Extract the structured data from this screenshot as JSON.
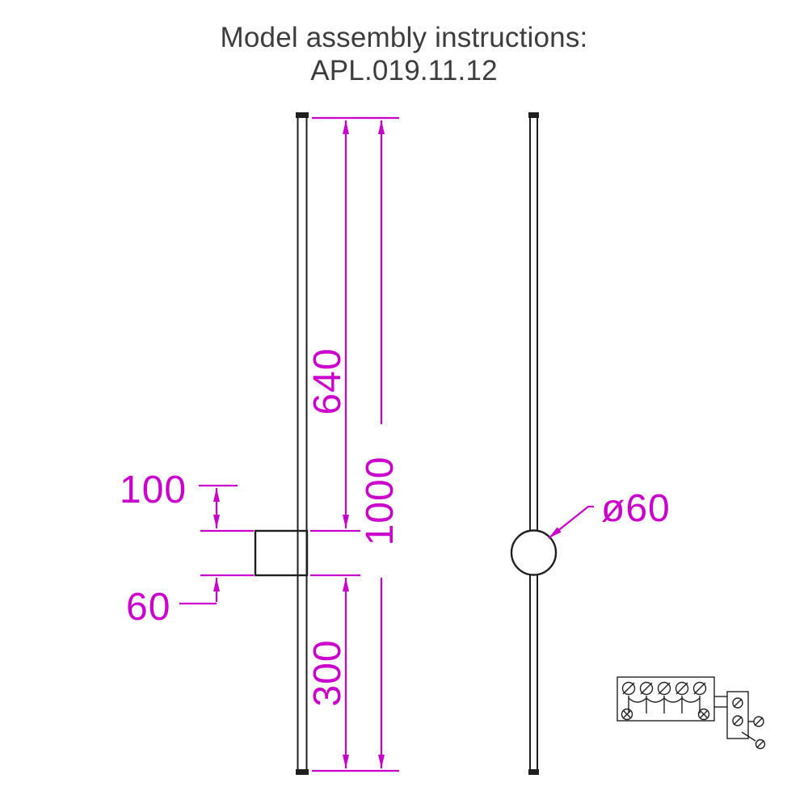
{
  "title": {
    "line1": "Model assembly instructions:",
    "line2": "APL.019.11.12"
  },
  "front_view": {
    "dim_top_to_bracket": "640",
    "dim_total_height": "1000",
    "dim_bracket_offset": "100",
    "dim_bracket_height": "60",
    "dim_bracket_to_bottom": "300"
  },
  "side_view": {
    "dim_mount_diameter": "ø60"
  },
  "colors": {
    "dimension_magenta": "#cc00cc",
    "drawing_black": "#1f1f1f",
    "title_gray": "#3d3d3d",
    "background": "#ffffff"
  }
}
